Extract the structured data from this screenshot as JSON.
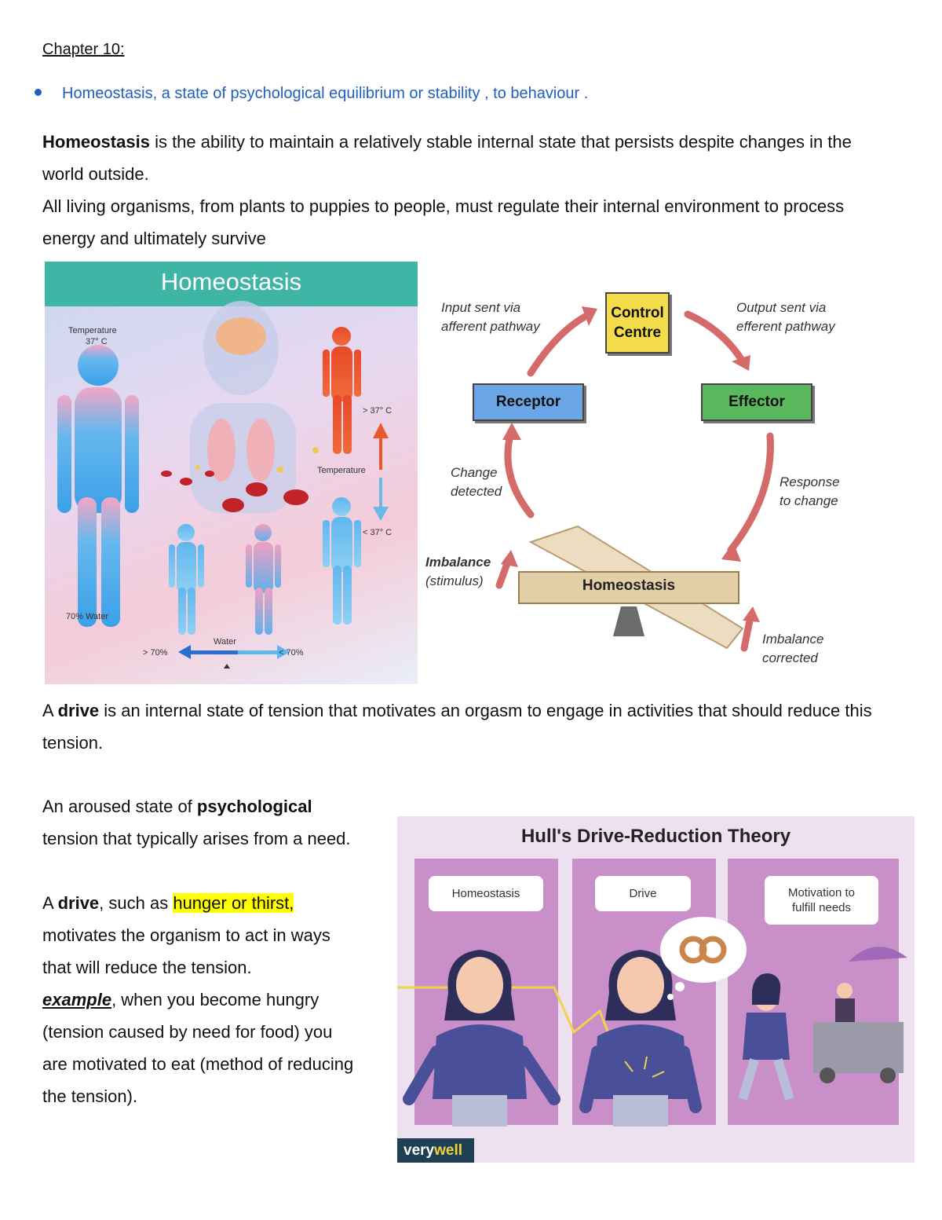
{
  "heading": "Chapter 10:",
  "bullet": "Homeostasis, a state of psychological equilibrium or stability , to behaviour .",
  "para1": {
    "bold": "Homeostasis",
    "rest_line1": " is the ability to maintain a relatively stable internal state that persists despite changes in the",
    "line2": "world outside.",
    "line3": "All living organisms, from plants to puppies to people, must regulate their internal environment to process",
    "line4": "energy and ultimately survive"
  },
  "figure1": {
    "title": "Homeostasis",
    "temperature_label": "Temperature",
    "temperature_value": "37° C",
    "water_label": "70% Water",
    "temp_high": "> 37° C",
    "temp_mid": "Temperature",
    "temp_low": "< 37° C",
    "water_axis": "Water",
    "water_high": "> 70%",
    "water_low": "< 70%"
  },
  "figure2": {
    "control": [
      "Control",
      "Centre"
    ],
    "receptor": "Receptor",
    "effector": "Effector",
    "homeostasis": "Homeostasis",
    "input": [
      "Input sent via",
      "afferent pathway"
    ],
    "output": [
      "Output sent via",
      "efferent pathway"
    ],
    "change": [
      "Change",
      "detected"
    ],
    "response": [
      "Response",
      "to change"
    ],
    "imbalance": [
      "Imbalance",
      "(stimulus)"
    ],
    "corrected": [
      "Imbalance",
      "corrected"
    ]
  },
  "drive_para": {
    "pre": "A ",
    "bold": "drive",
    "rest_line1": " is an internal state of tension that motivates an orgasm to engage in activities that should reduce this",
    "line2": "tension."
  },
  "left_col": {
    "l1_pre": "An aroused state of ",
    "l1_bold": "psychological",
    "l2": "tension that typically arises from a need.",
    "l3_pre": "A ",
    "l3_bold": "drive",
    "l3_mid": ", such as ",
    "l3_hl": "hunger or thirst,",
    "l4": "motivates the organism to act in ways",
    "l5": "that will reduce the tension.",
    "l6_em": "example",
    "l6_rest": ", when you become hungry",
    "l7": "(tension caused by need for food) you",
    "l8": "are motivated to eat (method of reducing",
    "l9": "the tension)."
  },
  "hull": {
    "title": "Hull's Drive-Reduction Theory",
    "panel1": "Homeostasis",
    "panel2": "Drive",
    "panel3": "Motivation to fulfill needs",
    "logo_a": "very",
    "logo_b": "well"
  },
  "colors": {
    "bullet": "#1f5fbf",
    "banner": "#3fb5a6",
    "control": "#f4dc4a",
    "receptor": "#6aa6e6",
    "effector": "#5cb85c",
    "arrow": "#d46a6a",
    "panel": "#c98fc8",
    "highlight": "#ffff00"
  }
}
